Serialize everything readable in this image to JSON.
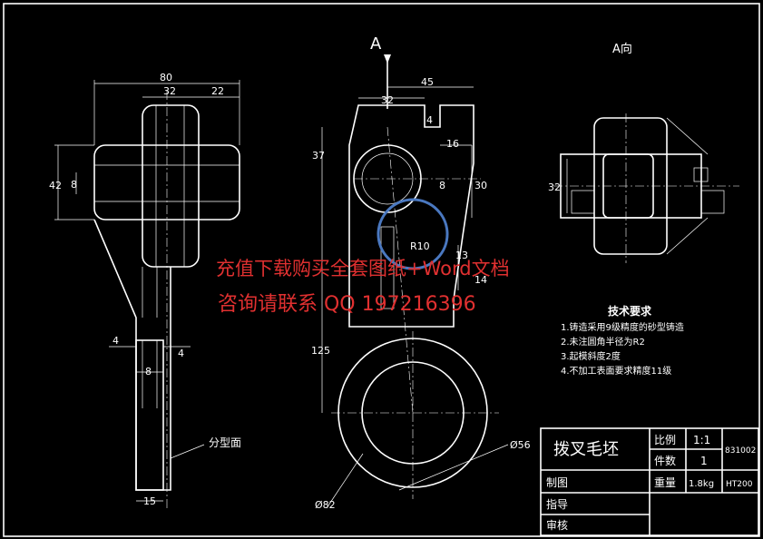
{
  "view_label_a": "A",
  "view_title_a": "A向",
  "dimensions": {
    "d80": "80",
    "d32_left": "32",
    "d22": "22",
    "d42": "42",
    "d8_left": "8",
    "d4_a": "4",
    "d4_b": "4",
    "d8_stem": "8",
    "d15": "15",
    "d32_center": "32",
    "d45": "45",
    "d4_top": "4",
    "d16": "16",
    "d37": "37",
    "d8_center": "8",
    "d30": "30",
    "d13": "13",
    "d14": "14",
    "d125": "125",
    "r10": "R10",
    "d56": "Ø56",
    "d82": "Ø82",
    "d32_right": "32"
  },
  "parting_label": "分型面",
  "tech_req": {
    "title": "技术要求",
    "items": [
      "1.铸造采用9级精度的砂型铸造",
      "2.未注圆角半径为R2",
      "3.起模斜度2度",
      "4.不加工表面要求精度11级"
    ]
  },
  "title_block": {
    "part_name": "拨叉毛坯",
    "scale_label": "比例",
    "scale_value": "1:1",
    "drawing_no": "831002",
    "qty_label": "件数",
    "qty_value": "1",
    "weight_label": "重量",
    "weight_value": "1.8kg",
    "material": "HT200",
    "drawn_label": "制图",
    "guide_label": "指导",
    "review_label": "审核"
  },
  "watermark": {
    "line1": "充值下载购买全套图纸+Word文档",
    "line2": "咨询请联系  QQ 197216396"
  },
  "colors": {
    "line": "#ffffff",
    "watermark": "#e03030",
    "logo": "#4a78c0"
  }
}
